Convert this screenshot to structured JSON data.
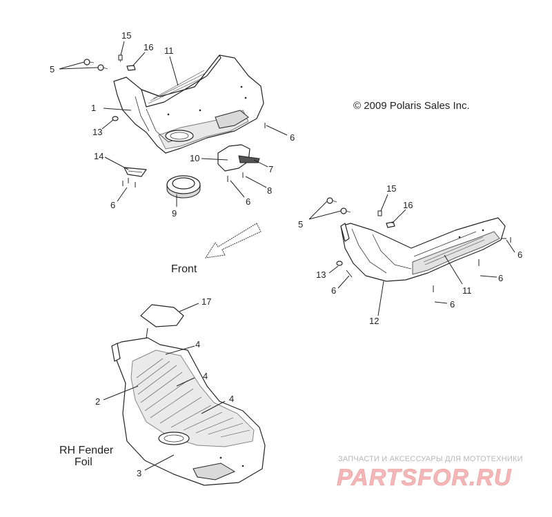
{
  "diagram": {
    "copyright": "© 2009 Polaris Sales Inc.",
    "front_label": "Front",
    "fender_label_line1": "RH Fender",
    "fender_label_line2": "Foil",
    "watermark_tagline": "ЗАПЧАСТИ И АКСЕССУАРЫ ДЛЯ МОТОТЕХНИКИ",
    "watermark_logo": "PARTSFOR.RU",
    "callouts": {
      "c1": "1",
      "c2": "2",
      "c3": "3",
      "c4a": "4",
      "c4b": "4",
      "c4c": "4",
      "c5a": "5",
      "c5b": "5",
      "c6a": "6",
      "c6b": "6",
      "c6c": "6",
      "c6d": "6",
      "c6e": "6",
      "c6f": "6",
      "c6g": "6",
      "c7": "7",
      "c8": "8",
      "c9": "9",
      "c10": "10",
      "c11a": "11",
      "c11b": "11",
      "c12": "12",
      "c13a": "13",
      "c13b": "13",
      "c14": "14",
      "c15a": "15",
      "c15b": "15",
      "c16a": "16",
      "c16b": "16",
      "c17": "17"
    }
  }
}
